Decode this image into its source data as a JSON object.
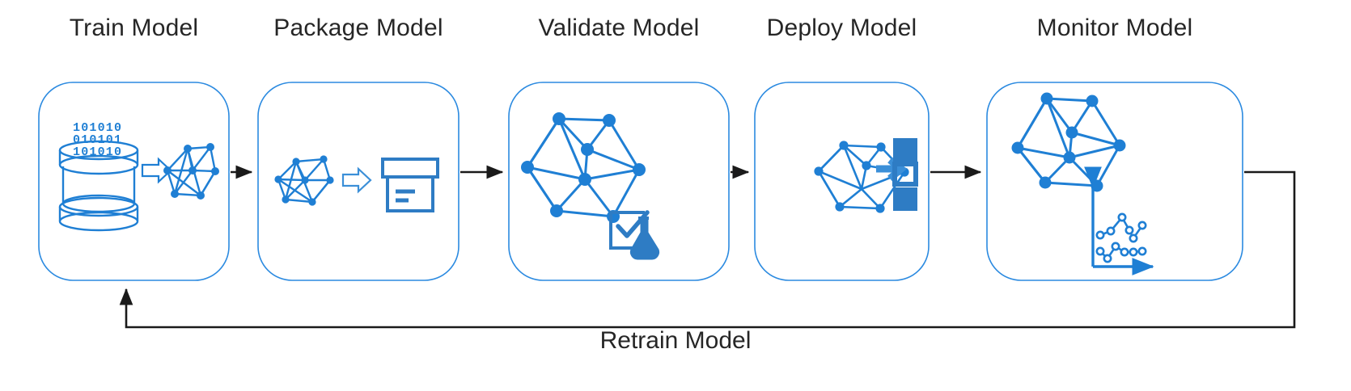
{
  "diagram": {
    "title_color": "#262626",
    "accent_color": "#1f7fd4",
    "card_border_color": "#2b8ae0",
    "arrow_color": "#1a1a1a",
    "background": "#ffffff",
    "steps": [
      {
        "id": "train-model",
        "label": "Train Model",
        "icons": [
          "database-icon",
          "binary-digits",
          "transform-arrow-icon",
          "neural-network-icon"
        ],
        "binary_lines": [
          "101010",
          "010101",
          "101010"
        ]
      },
      {
        "id": "package-model",
        "label": "Package Model",
        "icons": [
          "neural-network-icon",
          "transform-arrow-icon",
          "package-box-icon"
        ]
      },
      {
        "id": "validate-model",
        "label": "Validate Model",
        "icons": [
          "neural-network-icon",
          "checklist-icon",
          "flask-icon"
        ]
      },
      {
        "id": "deploy-model",
        "label": "Deploy Model",
        "icons": [
          "neural-network-icon",
          "arrow-right-icon",
          "server-stack-icon"
        ]
      },
      {
        "id": "monitor-model",
        "label": "Monitor Model",
        "icons": [
          "neural-network-icon",
          "line-chart-icon"
        ]
      }
    ],
    "connectors": [
      {
        "id": "connector-train-to-package",
        "from": "train-model",
        "to": "package-model"
      },
      {
        "id": "connector-package-to-validate",
        "from": "package-model",
        "to": "validate-model"
      },
      {
        "id": "connector-validate-to-deploy",
        "from": "validate-model",
        "to": "deploy-model"
      },
      {
        "id": "connector-deploy-to-monitor",
        "from": "deploy-model",
        "to": "monitor-model"
      }
    ],
    "feedback_loop": {
      "id": "retrain-loop",
      "label": "Retrain Model",
      "from": "monitor-model",
      "to": "train-model"
    }
  }
}
